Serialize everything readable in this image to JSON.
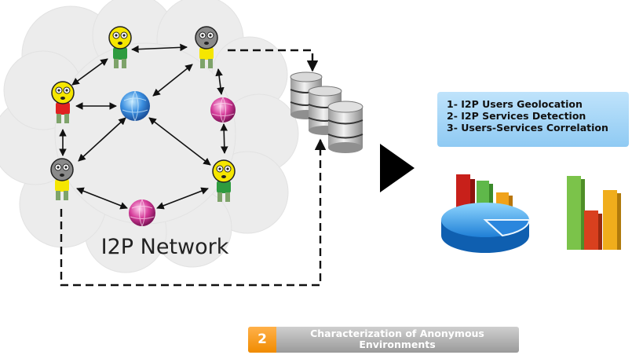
{
  "network": {
    "label": "I2P Network"
  },
  "results": {
    "items": [
      "1- I2P Users Geolocation",
      "2- I2P Services Detection",
      "3- Users-Services Correlation"
    ]
  },
  "badge": {
    "number": "2",
    "line1": "Characterization of Anonymous",
    "line2": "Environments"
  },
  "colors": {
    "arrow": "#111111",
    "node_yellow": "#f5e600",
    "node_gray": "#8a8a8a",
    "globe_blue": "#3b8fe0",
    "globe_pink": "#d63c9a",
    "results_box": "#9fd1f5",
    "badge_orange": "#f59300",
    "badge_gray": "#b5b5b5"
  }
}
